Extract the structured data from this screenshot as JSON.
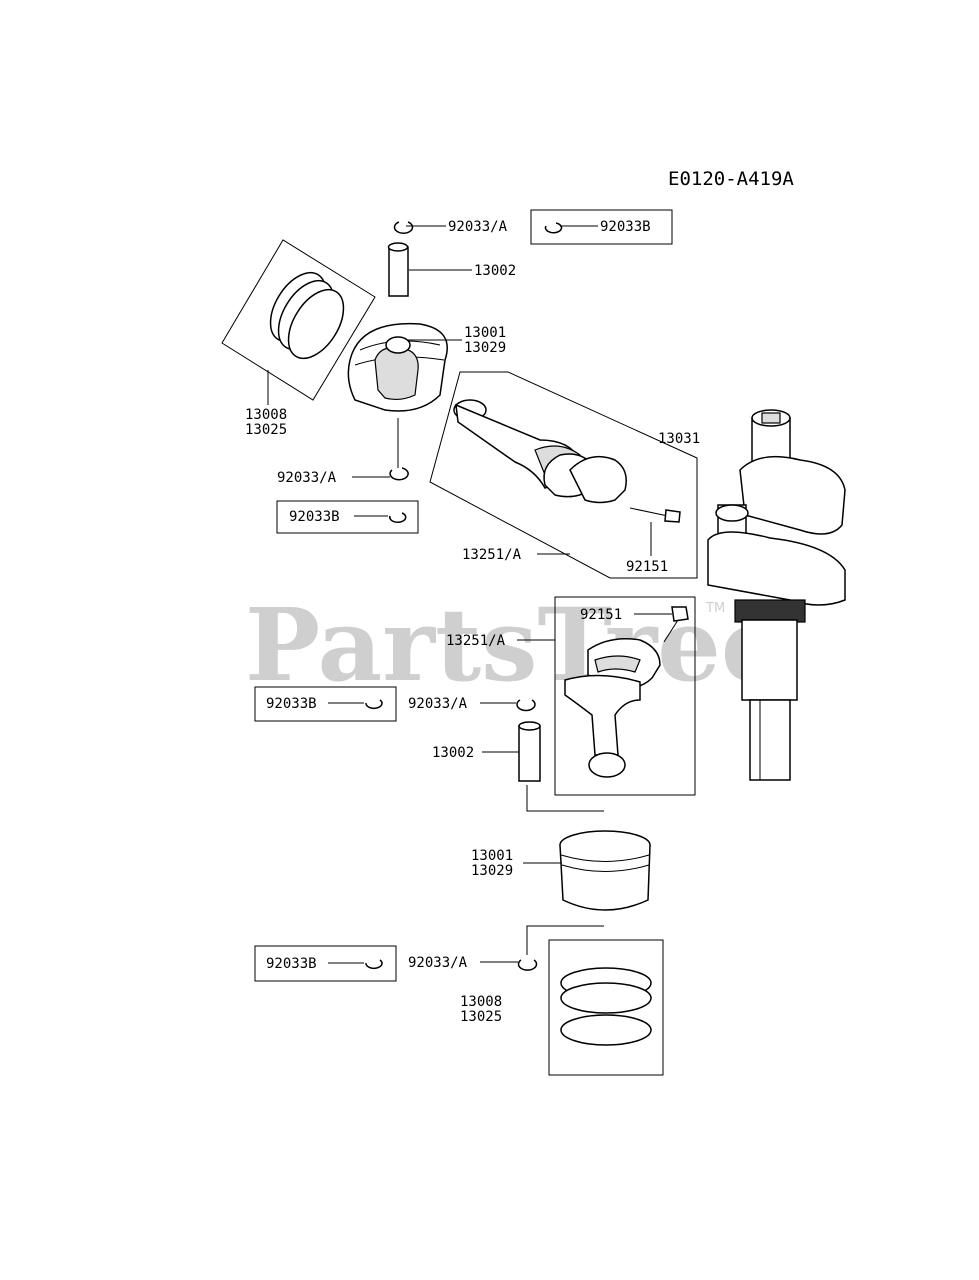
{
  "reference_code": "E0120-A419A",
  "watermark": {
    "text": "PartsTree",
    "trademark": "TM"
  },
  "labels": {
    "circlip_a_top": "92033/A",
    "circlip_b_top": "92033B",
    "piston_pin_top": "13002",
    "piston_top_1": "13001",
    "piston_top_2": "13029",
    "rings_top_1": "13008",
    "rings_top_2": "13025",
    "circlip_a_left": "92033/A",
    "circlip_b_left": "92033B",
    "conrod_top": "13031",
    "conrod_assy_top": "13251/A",
    "bolt_top": "92151",
    "bolt_bottom": "92151",
    "conrod_assy_bottom": "13251/A",
    "circlip_b_mid": "92033B",
    "circlip_a_mid": "92033/A",
    "piston_pin_bottom": "13002",
    "piston_bottom_1": "13001",
    "piston_bottom_2": "13029",
    "circlip_b_bottom": "92033B",
    "circlip_a_bottom": "92033/A",
    "rings_bottom_1": "13008",
    "rings_bottom_2": "13025"
  },
  "icons": [
    "circlip-icon",
    "piston-pin-icon",
    "piston-icon",
    "piston-ring-icon",
    "connecting-rod-icon",
    "bolt-icon",
    "crankshaft-icon"
  ],
  "colors": {
    "line": "#000000",
    "watermark": "#cfcfcf",
    "background": "#ffffff"
  }
}
